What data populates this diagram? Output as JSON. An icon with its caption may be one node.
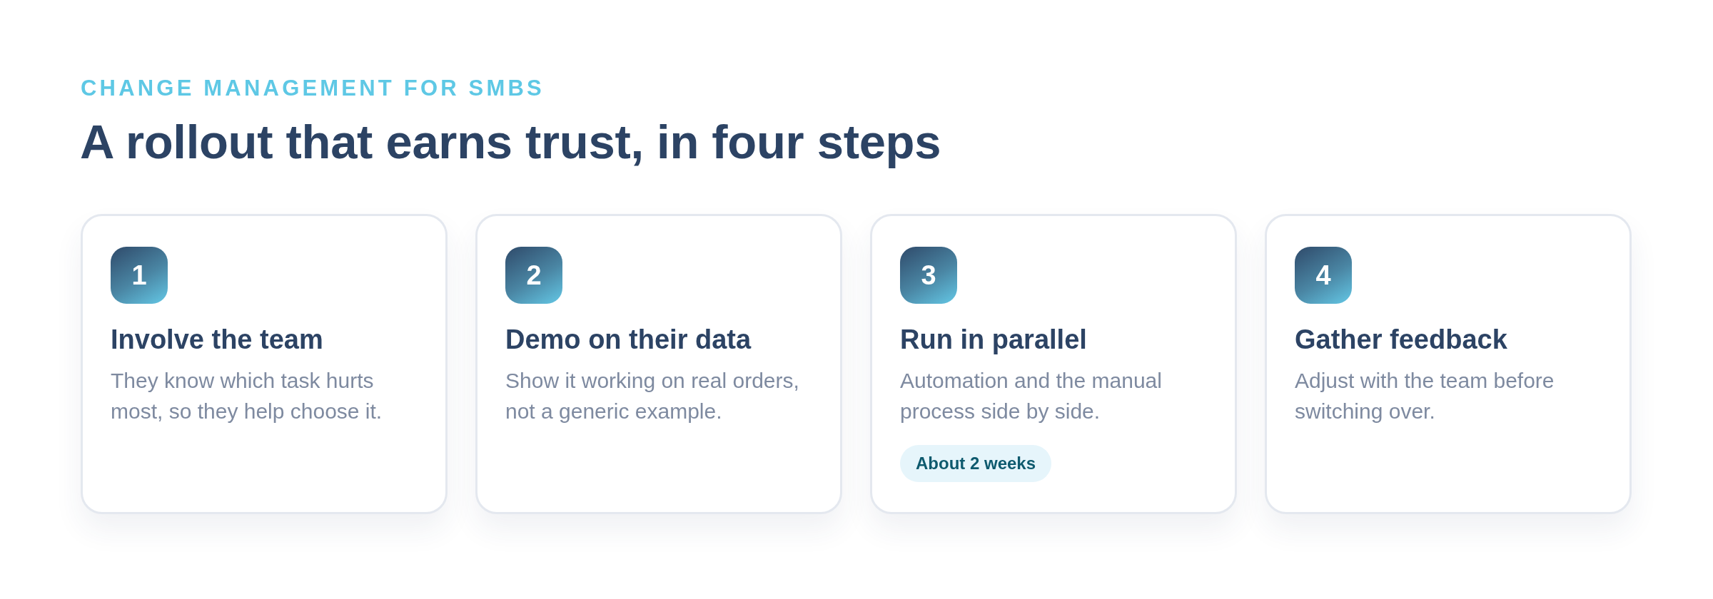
{
  "diagram": {
    "title": "A rollout that earns trust, in four steps",
    "nodes": [
      {
        "text": [
          "Involve the team",
          "They know which task hurts most, so they help choose it."
        ]
      },
      {
        "text": [
          "1"
        ],
        "in": 0
      },
      {
        "text": [
          "Demo on their data",
          "Show it working on real orders, not a generic example."
        ]
      },
      {
        "text": [
          "2"
        ],
        "in": 2
      },
      {
        "text": [
          "Run in parallel",
          "Automation and the manual process side by side."
        ]
      },
      {
        "text": [
          "3"
        ],
        "in": 4
      },
      {
        "text": [
          "About 2 weeks"
        ],
        "in": 4
      },
      {
        "text": [
          "Gather feedback",
          "Adjust with the team before switching over."
        ]
      },
      {
        "text": [
          "4"
        ],
        "in": 7
      }
    ],
    "edges": [],
    "labels": [
      "CHANGE MANAGEMENT FOR SMBS"
    ]
  }
}
